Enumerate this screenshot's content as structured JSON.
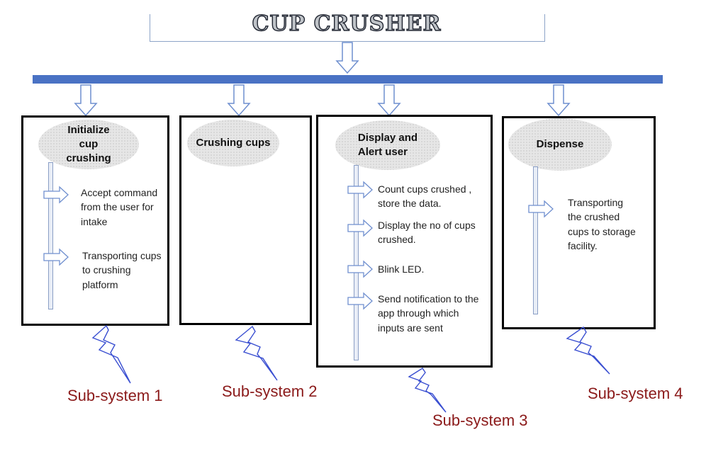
{
  "title": "CUP CRUSHER",
  "colors": {
    "bus": "#4a72c4",
    "arrow_stroke": "#6f8fcf",
    "lightning": "#3a4fd1",
    "subsystem_label": "#8b1a1a",
    "panel_border": "#000000"
  },
  "subsystems": [
    {
      "heading": [
        "Initialize",
        "cup",
        "crushing"
      ],
      "items": [
        [
          "Accept command",
          "from the user for",
          "intake"
        ],
        [
          "Transporting cups",
          "to crushing",
          "platform"
        ]
      ],
      "label": "Sub-system 1"
    },
    {
      "heading": [
        "Crushing cups"
      ],
      "items": [],
      "label": "Sub-system 2"
    },
    {
      "heading": [
        "Display and",
        "Alert user"
      ],
      "items": [
        [
          "Count cups crushed ,",
          "store the data."
        ],
        [
          "Display the no of cups",
          "crushed."
        ],
        [
          "Blink LED."
        ],
        [
          "Send notification to the",
          "app through which",
          "inputs are sent"
        ]
      ],
      "label": "Sub-system 3"
    },
    {
      "heading": [
        "Dispense"
      ],
      "items": [
        [
          "Transporting",
          "the crushed",
          "cups to storage",
          "facility."
        ]
      ],
      "label": "Sub-system 4"
    }
  ]
}
